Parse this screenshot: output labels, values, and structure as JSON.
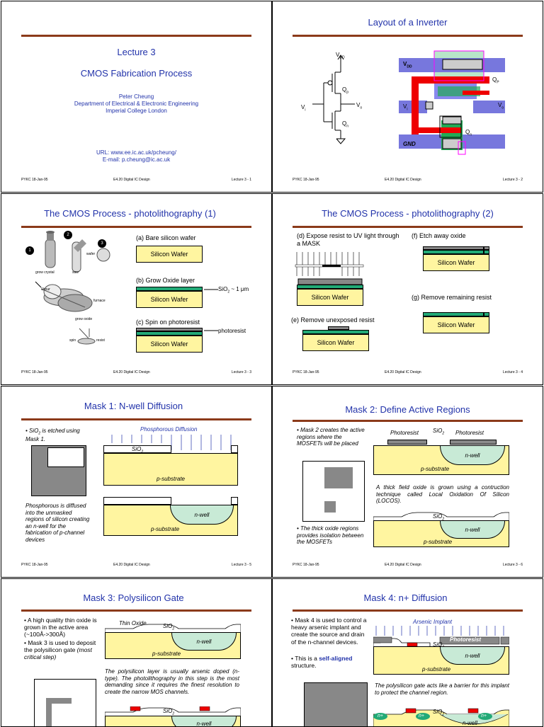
{
  "footer": {
    "left": "PYKC 18-Jan-95",
    "center": "E4.20 Digital IC Design"
  },
  "s1": {
    "title": "Lecture 3",
    "subtitle": "CMOS Fabrication Process",
    "author": "Peter Cheung",
    "dept": "Department of Electrical & Electronic Engineering",
    "college": "Imperial College London",
    "url": "URL: www.ee.ic.ac.uk/pcheung/",
    "email": "E-mail: p.cheung@ic.ac.uk",
    "page": "Lecture 3 - 1"
  },
  "s2": {
    "title": "Layout of a Inverter",
    "vdd": "V",
    "vdd_sub": "DD",
    "qp": "Q",
    "qp_sub": "p",
    "qn": "Q",
    "qn_sub": "n",
    "vi": "V",
    "vi_sub": "i",
    "vo": "V",
    "vo_sub": "o",
    "layout_vdd": "V",
    "layout_vdd_sub": "DD",
    "layout_gnd": "GND",
    "layout_qp": "Q",
    "layout_qp_sub": "P",
    "layout_qn": "Q",
    "layout_qn_sub": "n",
    "layout_vi": "V",
    "layout_vi_sub": "i",
    "layout_vo": "V",
    "layout_vo_sub": "o",
    "page": "Lecture 3 - 2"
  },
  "s3": {
    "title": "The CMOS Process - photolithography (1)",
    "a": "(a) Bare silicon wafer",
    "b": "(b) Grow Oxide layer",
    "c": "(c) Spin on photoresist",
    "wafer": "Silicon Wafer",
    "sio2": "SiO",
    "sio2_sub": "2",
    "sio2_rest": " ~ 1 μm",
    "photoresist": "photoresist",
    "grow_crystal": "grow crystal",
    "saw": "saw",
    "wafer_lbl": "wafer",
    "furnace": "furnace",
    "grow_oxide": "grow oxide",
    "thour": "1hour",
    "spin": "spin",
    "resist": "resist",
    "n1": "1",
    "n2": "2",
    "n3": "3",
    "page": "Lecture 3 - 3"
  },
  "s4": {
    "title": "The CMOS Process - photolithography (2)",
    "d": "(d) Expose resist to UV light through a MASK",
    "e": "(e) Remove unexposed resist",
    "f": "(f) Etch away oxide",
    "g": "(g) Remove remaining resist",
    "wafer": "Silicon Wafer",
    "page": "Lecture 3 - 4"
  },
  "s5": {
    "title": "Mask 1: N-well Diffusion",
    "b1_a": "SiO",
    "b1_sub": "2",
    "b1_b": " is etched using Mask 1.",
    "b2": "Phosphorous is diffused into the unmasked regions of silicon creating an n-well for the fabrication of p-channel devices",
    "diffusion": "Phosphorous Diffusion",
    "sio2": "SiO",
    "sio2_sub": "2",
    "psub": "p-substrate",
    "nwell": "n-well",
    "page": "Lecture 3 - 5"
  },
  "s6": {
    "title": "Mask 2:  Define Active Regions",
    "b1": "Mask 2 creates the active regions where the MOSFETs will be placed",
    "b2": "The thick oxide regions provides isolation between the MOSFETs",
    "photoresist": "Photoresist",
    "sio2": "SiO",
    "sio2_sub": "2",
    "nwell": "n-well",
    "psub": "p-substrate",
    "locos": "A thick field oxide is grown using a contruction technique called Local Oxidation Of Silicon (LOCOS).",
    "page": "Lecture 3 - 6"
  },
  "s7": {
    "title": "Mask 3: Polysilicon Gate",
    "b1": "A high quality thin oxide is grown in the active area (~100Å->300Å)",
    "b2_a": "Mask 3",
    "b2_b": " is used to deposit the polysilicon gate ",
    "b2_c": "(most critical step)",
    "thin_oxide": "Thin Oxide",
    "sio2": "SiO",
    "sio2_sub": "2",
    "nwell": "n-well",
    "psub": "p-substrate",
    "poly": "The polysilicon layer is usually arsenic doped (n-type). The photolithography in this step is the most demanding since it requires the finest resolution to create the narrow MOS channels."
  },
  "s8": {
    "title": "Mask 4:  n+ Diffusion",
    "b1": "Mask 4 is used to control a heavy arsenic implant and create the source and drain of the n-channel devices.",
    "b2_a": "This is a ",
    "b2_b": "self-aligned",
    "b2_c": " structure.",
    "implant": "Arsenic Implant",
    "photoresist": "Photoresist",
    "sio2": "SiO",
    "sio2_sub": "2",
    "nwell": "n-well",
    "psub": "p-substrate",
    "gate": "The polysilicon gate acts like a barrier for this implant to protect the channel region.",
    "nplus": "n+"
  }
}
